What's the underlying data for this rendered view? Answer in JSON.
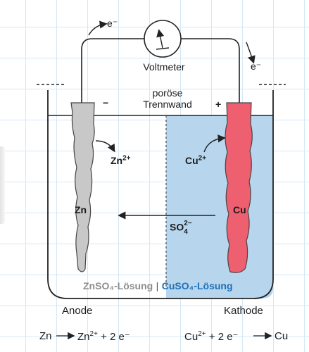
{
  "labels": {
    "electron_left": "e⁻",
    "electron_right": "e⁻",
    "voltmeter": "Voltmeter",
    "porous_wall_line1": "poröse",
    "porous_wall_line2": "Trennwand",
    "minus_sign": "−",
    "plus_sign": "+",
    "zn_ion_base": "Zn",
    "zn_ion_charge": "2+",
    "cu_ion_base": "Cu",
    "cu_ion_charge": "2+",
    "zn_electrode": "Zn",
    "cu_electrode": "Cu",
    "sulfate_base": "SO",
    "sulfate_sub": "4",
    "sulfate_charge": "2−",
    "znso4_solution": "ZnSO₄-Lösung",
    "solution_separator": "|",
    "cuso4_solution": "CuSO₄-Lösung",
    "anode": "Anode",
    "cathode": "Kathode"
  },
  "equations": {
    "anode_lhs": "Zn",
    "anode_rhs_base": "Zn",
    "anode_rhs_charge": "2+",
    "anode_rhs_tail": " + 2 e⁻",
    "cathode_lhs_base": "Cu",
    "cathode_lhs_charge": "2+",
    "cathode_lhs_tail": " + 2 e⁻",
    "cathode_rhs": "Cu"
  },
  "colors": {
    "zinc_electrode": "#c8c8c8",
    "copper_electrode": "#ee6070",
    "cuso4_fill": "#b7d6ee",
    "cuso4_text": "#1f6fb8",
    "znso4_text": "#8e8e8e",
    "grid": "#d4e8f6"
  }
}
